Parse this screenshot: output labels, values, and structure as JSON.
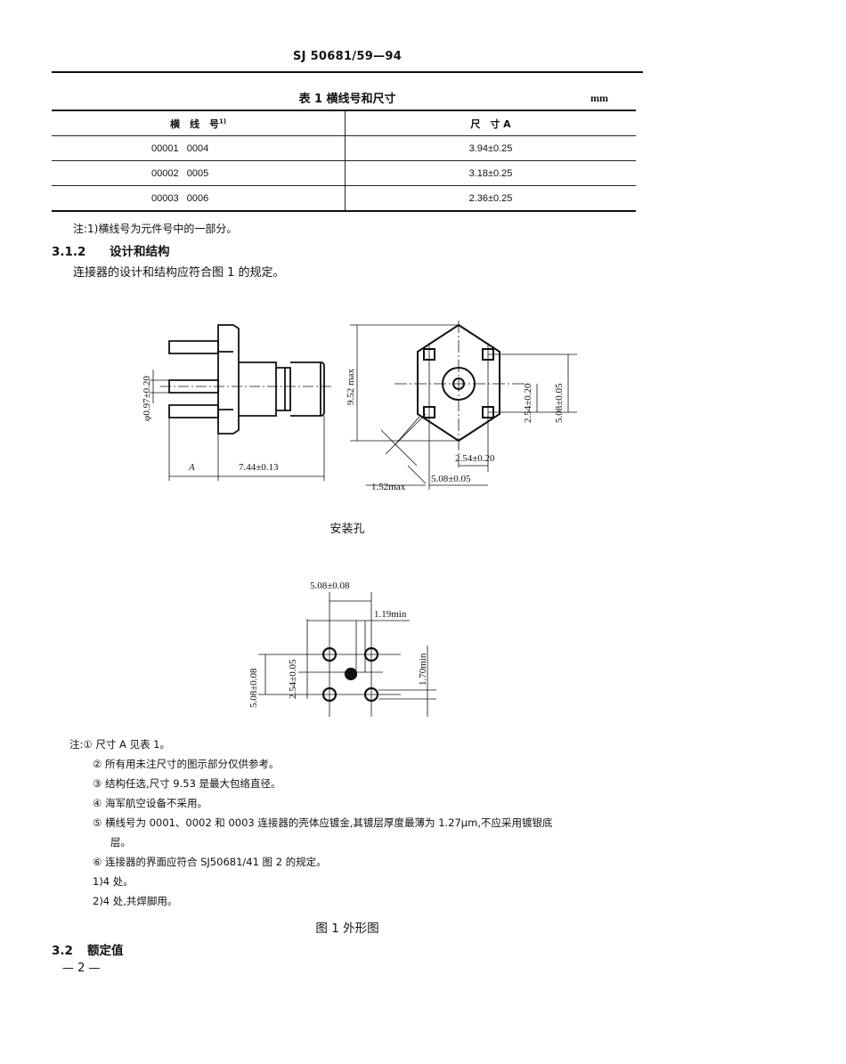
{
  "header": {
    "doc_code": "SJ 50681/59—94"
  },
  "table1": {
    "title": "表 1   横线号和尺寸",
    "unit": "mm",
    "columns": [
      "横　线　号",
      "尺　寸 A"
    ],
    "column_sup": "1)",
    "rows": [
      {
        "part_a": "00001",
        "part_b": "0004",
        "dimension_a": "3.94±0.25"
      },
      {
        "part_a": "00002",
        "part_b": "0005",
        "dimension_a": "3.18±0.25"
      },
      {
        "part_a": "00003",
        "part_b": "0006",
        "dimension_a": "2.36±0.25"
      }
    ],
    "footnote": "注:1)横线号为元件号中的一部分。"
  },
  "section_312": {
    "number": "3.1.2",
    "title": "设计和结构",
    "paragraph": "连接器的设计和结构应符合图 1 的规定。"
  },
  "figure1": {
    "side_view": {
      "pin_dia": "φ0.97±0.20",
      "dim_a": "A",
      "length": "7.44±0.13"
    },
    "front_view": {
      "height": "9.52 max",
      "vert_small": "2.54±0.20",
      "vert_large": "5.08±0.05",
      "horiz_small": "2.54±0.20",
      "horiz_large": "5.08±0.05",
      "chamfer": "1.52max"
    },
    "mounting_holes": {
      "title": "安装孔",
      "top_width": "5.08±0.08",
      "slot_width": "1.19min",
      "left_height": "5.08±0.08",
      "left_small": "2.54±0.05",
      "right_height": "1.70min"
    },
    "notes": {
      "lead": "注:",
      "items": [
        "① 尺寸 A 见表 1。",
        "② 所有用未注尺寸的图示部分仅供参考。",
        "③ 结构任选,尺寸 9.53 是最大包络直径。",
        "④ 海军航空设备不采用。",
        "⑤ 横线号为 0001、0002 和 0003 连接器的壳体应镀金,其镀层厚度最薄为 1.27μm,不应采用镀银底",
        "层。",
        "⑥ 连接器的界面应符合 SJ50681/41 图 2 的规定。",
        "1)4 处。",
        "2)4 处,共焊脚用。"
      ]
    },
    "caption": "图 1   外形图"
  },
  "section_32": {
    "number": "3.2",
    "title": "额定值"
  },
  "footer": {
    "page_number": "— 2 —"
  }
}
